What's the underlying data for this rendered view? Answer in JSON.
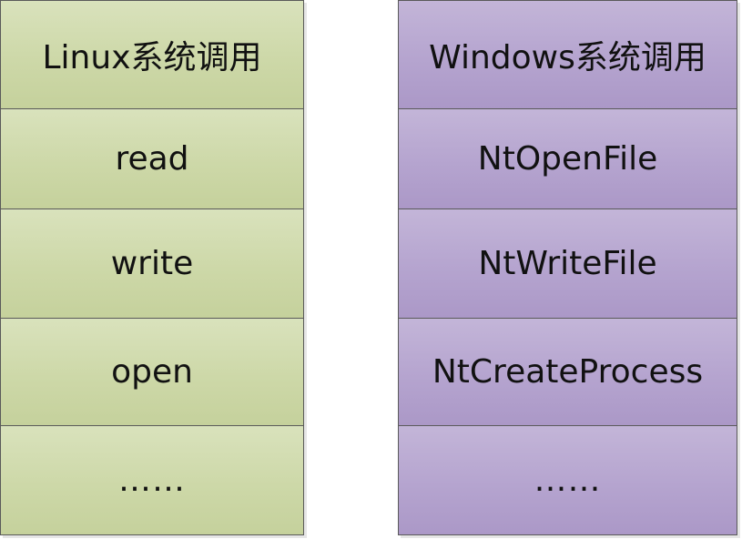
{
  "linux_column": {
    "header": "Linux系统调用",
    "rows": [
      "read",
      "write",
      "open",
      "……"
    ]
  },
  "windows_column": {
    "header": "Windows系统调用",
    "rows": [
      "NtOpenFile",
      "NtWriteFile",
      "NtCreateProcess",
      "……"
    ]
  },
  "colors": {
    "linux_fill": "#cdd8a8",
    "windows_fill": "#b5a4cf",
    "border": "#5a5a5a",
    "text": "#111111"
  }
}
